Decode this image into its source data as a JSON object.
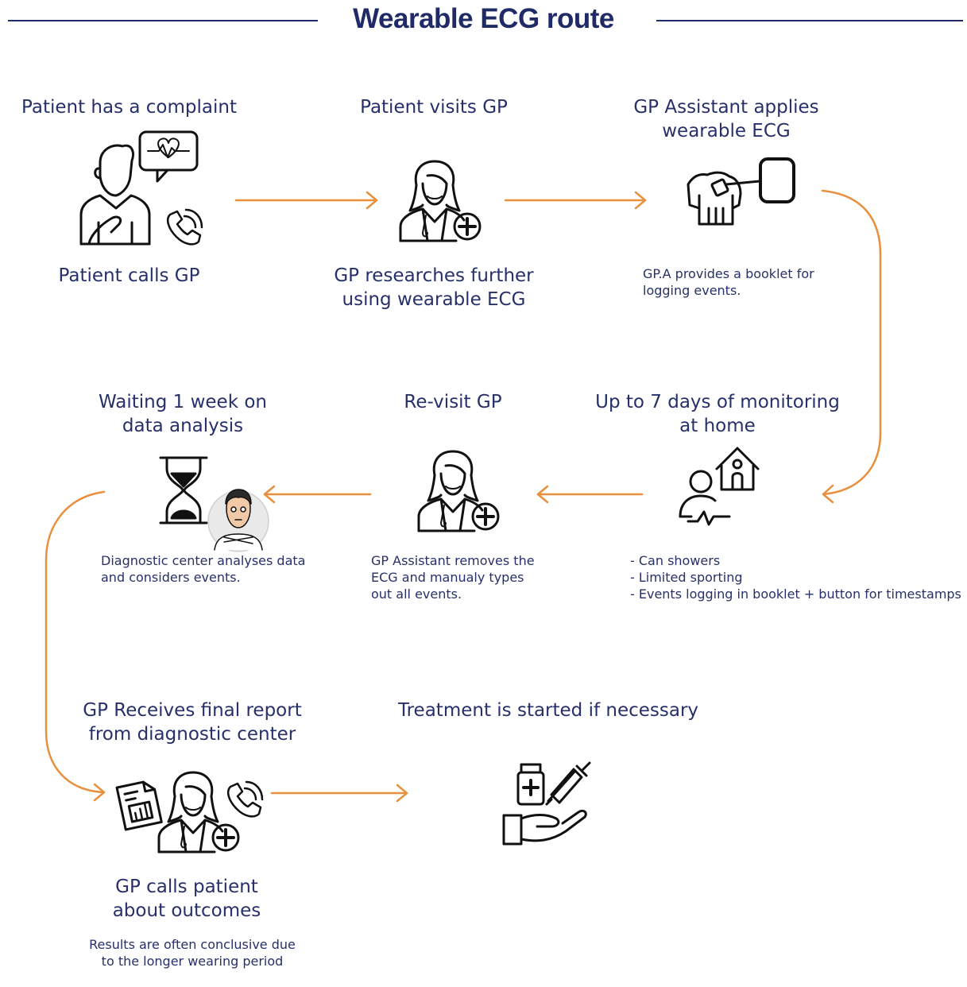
{
  "title": "Wearable ECG route",
  "colors": {
    "navy": "#1f2a66",
    "orange": "#e8903d",
    "ink": "#111111"
  },
  "steps": {
    "complaint": {
      "title": "Patient has a complaint",
      "subtitle": "Patient calls GP"
    },
    "visit": {
      "title": "Patient visits GP",
      "subtitle": [
        "GP researches further",
        "using wearable ECG"
      ]
    },
    "apply": {
      "title": [
        "GP Assistant applies",
        "wearable ECG"
      ],
      "note": [
        "GP.A provides a booklet for",
        "logging events."
      ]
    },
    "monitoring": {
      "title": [
        "Up to 7 days of monitoring",
        "at home"
      ],
      "notes": [
        "- Can showers",
        "- Limited sporting",
        "- Events logging in booklet + button for timestamps"
      ]
    },
    "revisit": {
      "title": "Re-visit GP",
      "note": [
        "GP Assistant removes the",
        "ECG and manualy types",
        "out all events."
      ]
    },
    "waiting": {
      "title": [
        "Waiting 1 week on",
        "data analysis"
      ],
      "note": [
        "Diagnostic center analyses data",
        "and considers events."
      ]
    },
    "report": {
      "title": [
        "GP Receives final report",
        "from diagnostic center"
      ],
      "subtitle": [
        "GP calls patient",
        "about outcomes"
      ],
      "note": [
        "Results are often conclusive due",
        "to the longer wearing period"
      ]
    },
    "treatment": {
      "title": "Treatment is started if necessary"
    }
  },
  "icons": [
    "patient-icon",
    "heart-rate-bubble-icon",
    "phone-icon",
    "doctor-icon",
    "ecg-device-icon",
    "house-monitoring-icon",
    "hourglass-icon",
    "analyst-avatar",
    "report-icon",
    "medicine-hand-icon"
  ]
}
